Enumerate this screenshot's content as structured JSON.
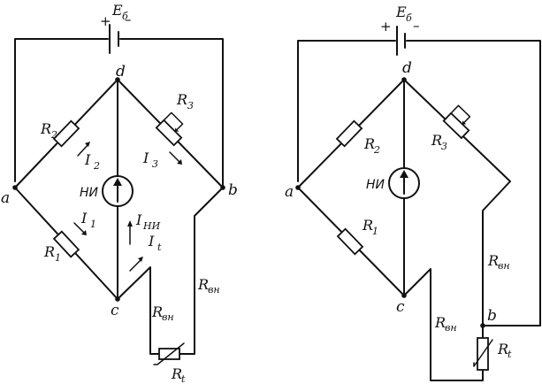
{
  "left": {
    "battery": {
      "label": "E",
      "sub": "б",
      "plus": "+",
      "minus": "–"
    },
    "nodes": {
      "a": "a",
      "b": "b",
      "c": "c",
      "d": "d"
    },
    "r1": {
      "label": "R",
      "sub": "1"
    },
    "r2": {
      "label": "R",
      "sub": "2"
    },
    "r3": {
      "label": "R",
      "sub": "3"
    },
    "rt": {
      "label": "R",
      "sub": "t"
    },
    "i1": {
      "label": "I",
      "sub": "1"
    },
    "i2": {
      "label": "I",
      "sub": "2"
    },
    "i3": {
      "label": "I",
      "sub": "3"
    },
    "int": {
      "label": "I",
      "sub": "t"
    },
    "inn": {
      "label": "I",
      "sub": "НИ"
    },
    "meter": "НИ",
    "rvn_left": {
      "label": "R",
      "sub": "вн"
    },
    "rvn_right": {
      "label": "R",
      "sub": "вн"
    }
  },
  "right": {
    "battery": {
      "label": "E",
      "sub": "б",
      "plus": "+",
      "minus": "–"
    },
    "nodes": {
      "a": "a",
      "b": "b",
      "c": "c",
      "d": "d"
    },
    "r1": {
      "label": "R",
      "sub": "1"
    },
    "r2": {
      "label": "R",
      "sub": "2"
    },
    "r3": {
      "label": "R",
      "sub": "3"
    },
    "rt": {
      "label": "R",
      "sub": "t"
    },
    "meter": "НИ",
    "rvn_upper": {
      "label": "R",
      "sub": "вн"
    },
    "rvn_lower": {
      "label": "R",
      "sub": "вн"
    }
  }
}
